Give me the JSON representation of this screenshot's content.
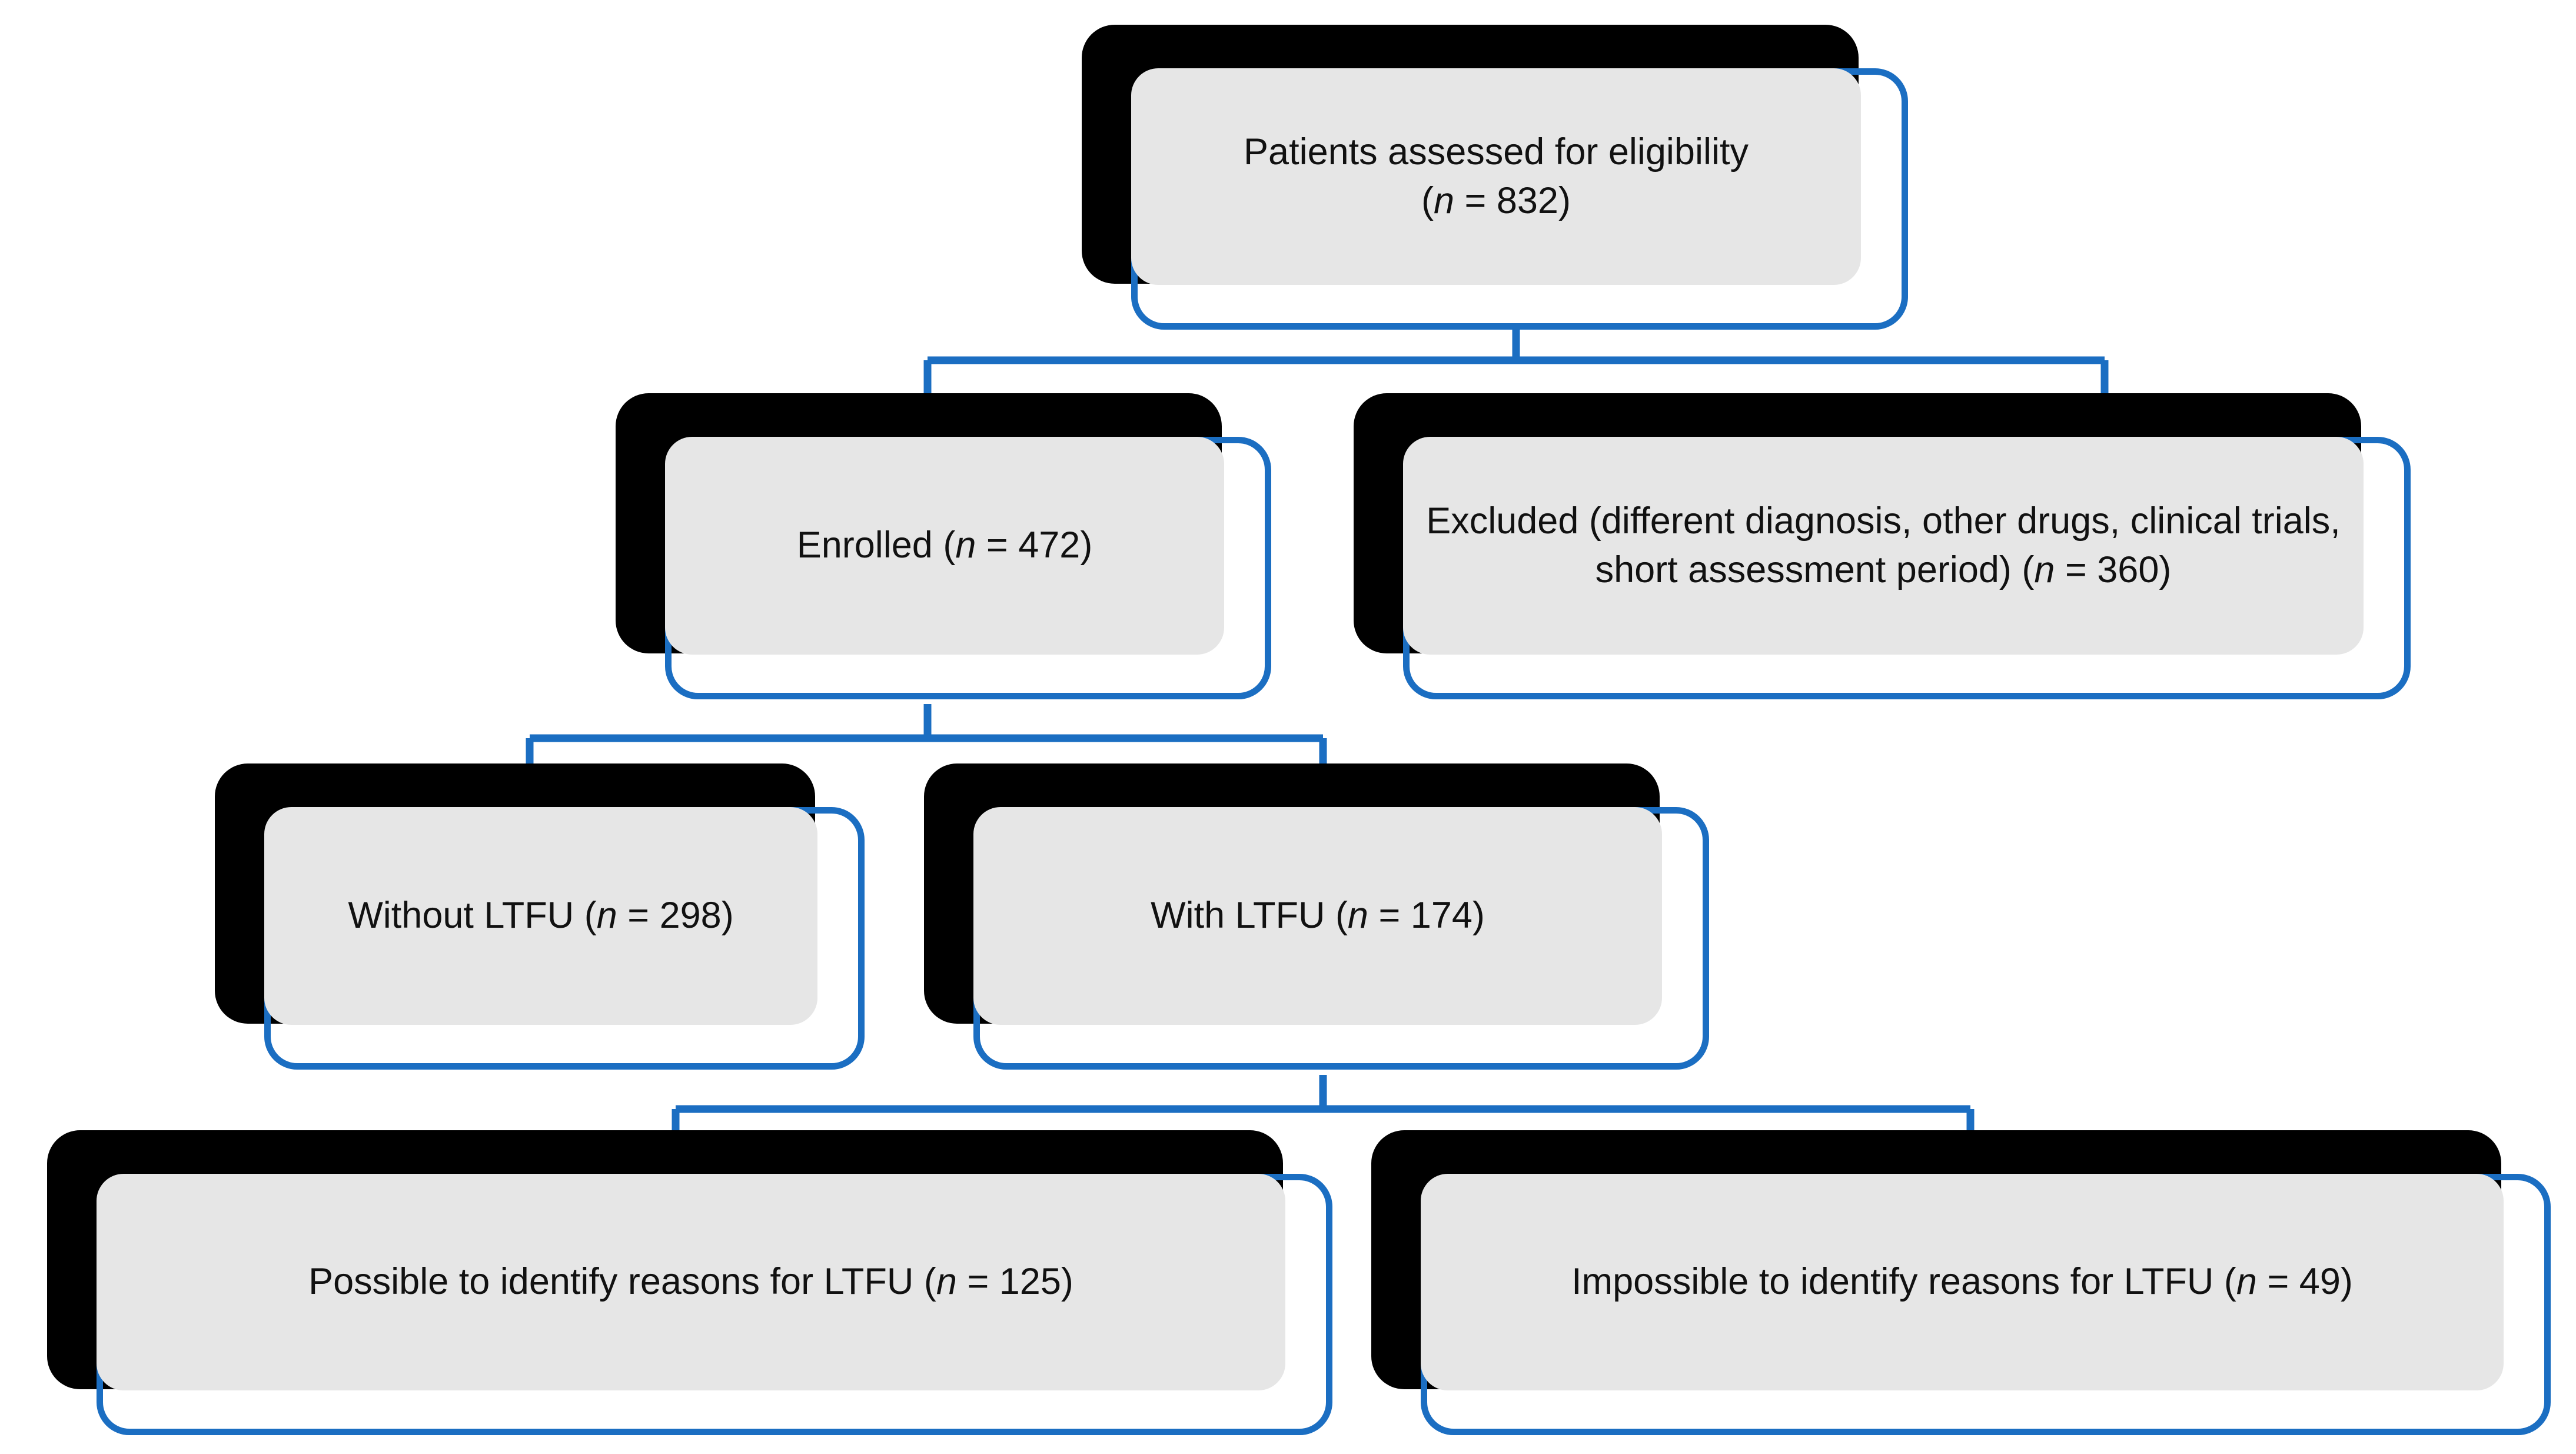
{
  "diagram": {
    "type": "flowchart",
    "title": "Patient enrollment and loss-to-follow-up flow diagram",
    "colors": {
      "accent_blue": "#1B6EC2",
      "node_fill_grey": "#E6E6E6",
      "shadow_black": "#000000",
      "background": "#FFFFFF",
      "text": "#111111"
    },
    "nodes": [
      {
        "id": "assessed",
        "label": "Patients assessed for eligibility\n(n = 832)",
        "text_line_1": "Patients assessed for eligibility",
        "text_line_2": "(n = 832)",
        "count": 832,
        "variable": "n"
      },
      {
        "id": "enrolled",
        "label": "Enrolled (n = 472)",
        "count": 472,
        "variable": "n"
      },
      {
        "id": "excluded",
        "label": "Excluded (different diagnosis, other drugs, clinical trials, short assessment period) (n = 360)",
        "count": 360,
        "variable": "n"
      },
      {
        "id": "without-ltfu",
        "label": "Without LTFU (n = 298)",
        "count": 298,
        "variable": "n"
      },
      {
        "id": "with-ltfu",
        "label": "With LTFU (n = 174)",
        "count": 174,
        "variable": "n"
      },
      {
        "id": "possible-reasons",
        "label": "Possible to identify reasons for LTFU (n = 125)",
        "count": 125,
        "variable": "n"
      },
      {
        "id": "impossible-reasons",
        "label": "Impossible to identify reasons for LTFU (n = 49)",
        "count": 49,
        "variable": "n"
      }
    ],
    "edges": [
      {
        "from": "assessed",
        "to": "enrolled"
      },
      {
        "from": "assessed",
        "to": "excluded"
      },
      {
        "from": "enrolled",
        "to": "without-ltfu"
      },
      {
        "from": "enrolled",
        "to": "with-ltfu"
      },
      {
        "from": "with-ltfu",
        "to": "possible-reasons"
      },
      {
        "from": "with-ltfu",
        "to": "impossible-reasons"
      }
    ]
  }
}
